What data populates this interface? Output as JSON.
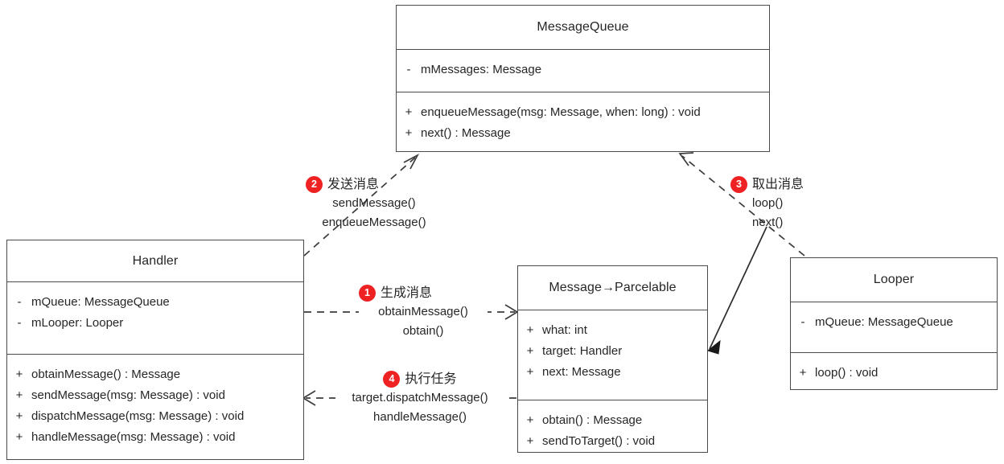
{
  "diagram": {
    "title": "Android Handler Message Mechanism UML",
    "accent_color": "#ee2222",
    "box_border_color": "#4a4a4a",
    "text_color": "#262626"
  },
  "classes": {
    "message_queue": {
      "name": "MessageQueue",
      "attributes": [
        {
          "visibility": "-",
          "member": "mMessages: Message"
        }
      ],
      "operations": [
        {
          "visibility": "+",
          "member": "enqueueMessage(msg: Message, when: long) : void"
        },
        {
          "visibility": "+",
          "member": "next() : Message"
        }
      ]
    },
    "handler": {
      "name": "Handler",
      "attributes": [
        {
          "visibility": "-",
          "member": "mQueue: MessageQueue"
        },
        {
          "visibility": "-",
          "member": "mLooper: Looper"
        }
      ],
      "operations": [
        {
          "visibility": "+",
          "member": "obtainMessage() : Message"
        },
        {
          "visibility": "+",
          "member": "sendMessage(msg: Message) : void"
        },
        {
          "visibility": "+",
          "member": "dispatchMessage(msg: Message) : void"
        },
        {
          "visibility": "+",
          "member": "handleMessage(msg: Message) : void"
        }
      ]
    },
    "message": {
      "name": "Message→Parcelable",
      "attributes": [
        {
          "visibility": "+",
          "member": "what: int"
        },
        {
          "visibility": "+",
          "member": "target: Handler"
        },
        {
          "visibility": "+",
          "member": "next: Message"
        }
      ],
      "operations": [
        {
          "visibility": "+",
          "member": "obtain() : Message"
        },
        {
          "visibility": "+",
          "member": "sendToTarget() : void"
        }
      ]
    },
    "looper": {
      "name": "Looper",
      "attributes": [
        {
          "visibility": "-",
          "member": "mQueue: MessageQueue"
        }
      ],
      "operations": [
        {
          "visibility": "+",
          "member": "loop() : void"
        }
      ]
    }
  },
  "annotations": [
    {
      "step": "1",
      "title": "生成消息",
      "line1": "obtainMessage()",
      "line2": "obtain()"
    },
    {
      "step": "2",
      "title": "发送消息",
      "line1": "sendMessage()",
      "line2": "enqueueMessage()"
    },
    {
      "step": "3",
      "title": "取出消息",
      "line1": "loop()",
      "line2": "next()"
    },
    {
      "step": "4",
      "title": "执行任务",
      "line1": "target.dispatchMessage()",
      "line2": "handleMessage()"
    }
  ]
}
